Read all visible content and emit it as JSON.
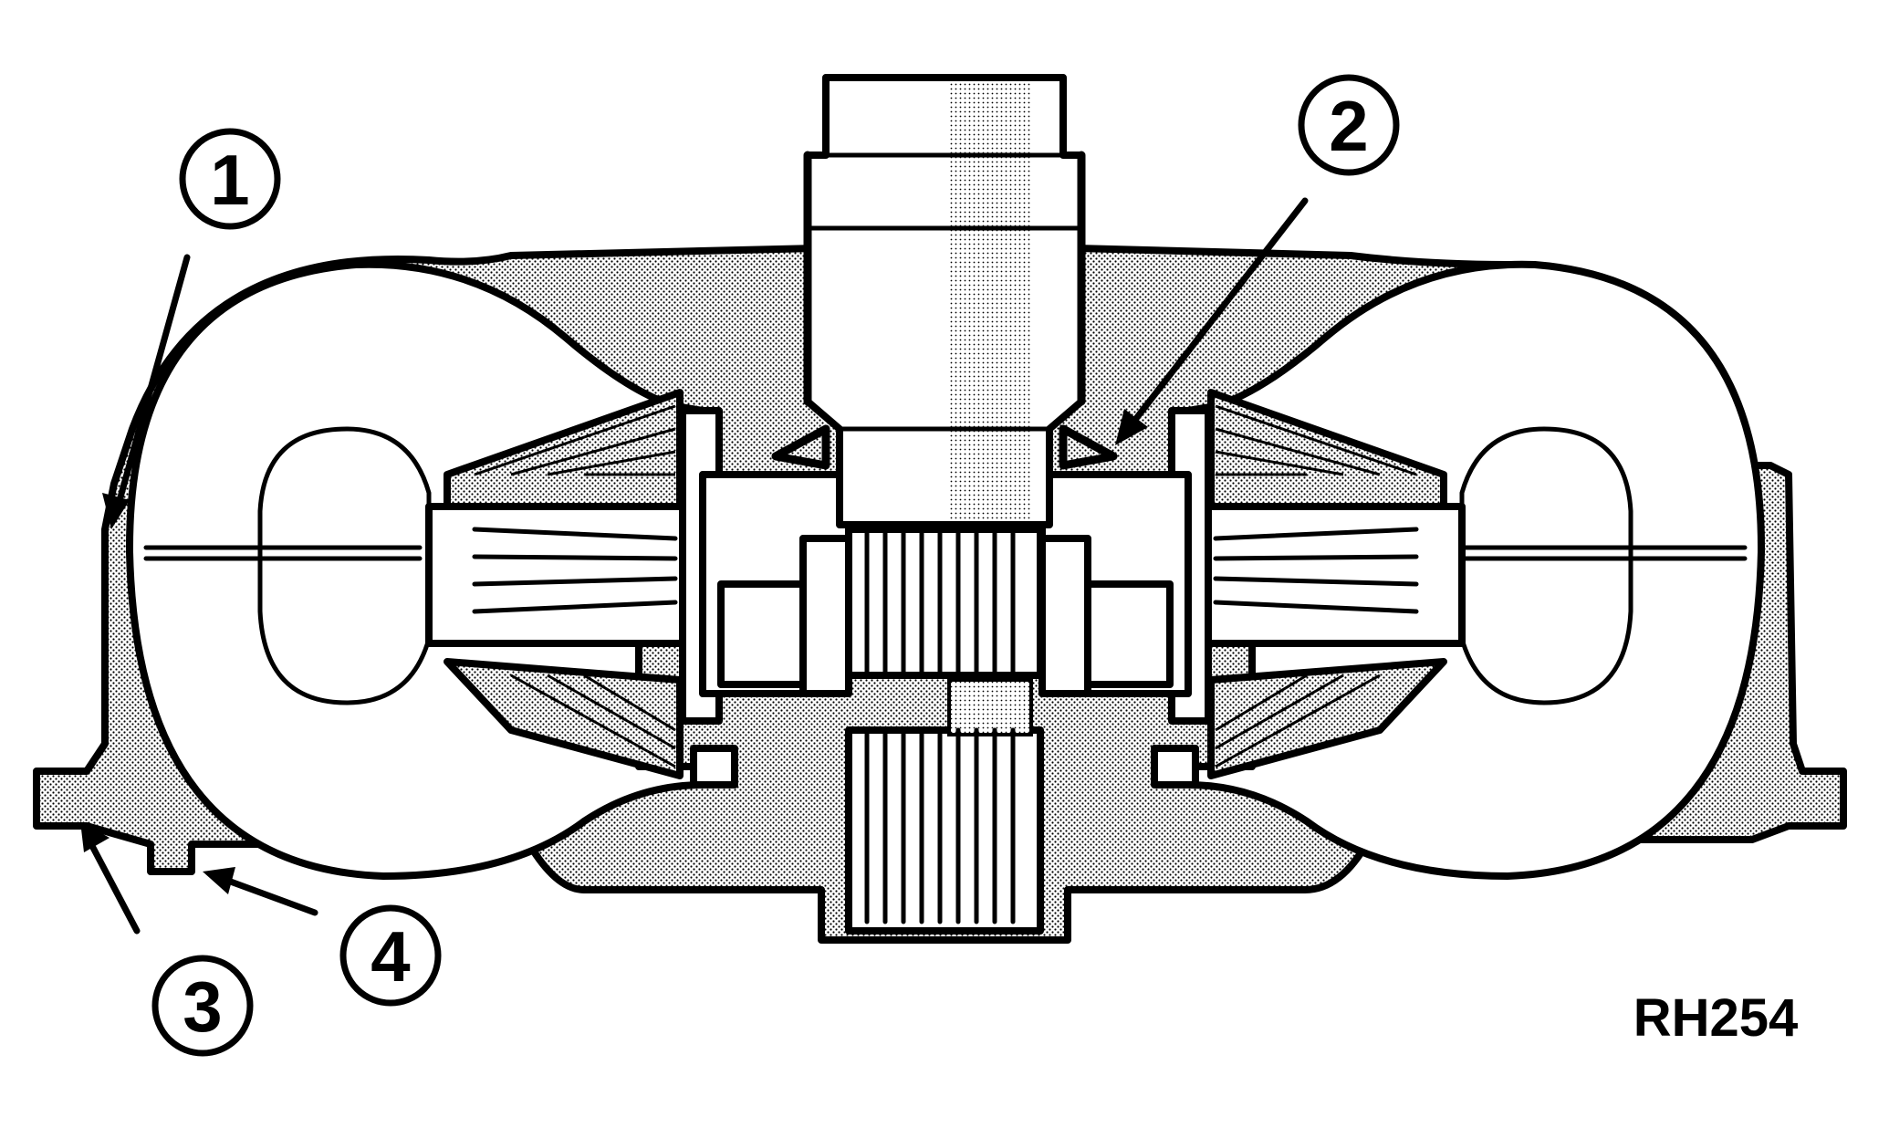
{
  "figure": {
    "code": "RH254",
    "callouts": [
      {
        "id": "1",
        "label": "1"
      },
      {
        "id": "2",
        "label": "2"
      },
      {
        "id": "3",
        "label": "3"
      },
      {
        "id": "4",
        "label": "4"
      }
    ]
  },
  "colors": {
    "line": "#000000",
    "background": "#ffffff",
    "stipple": "#9a9a9a"
  }
}
